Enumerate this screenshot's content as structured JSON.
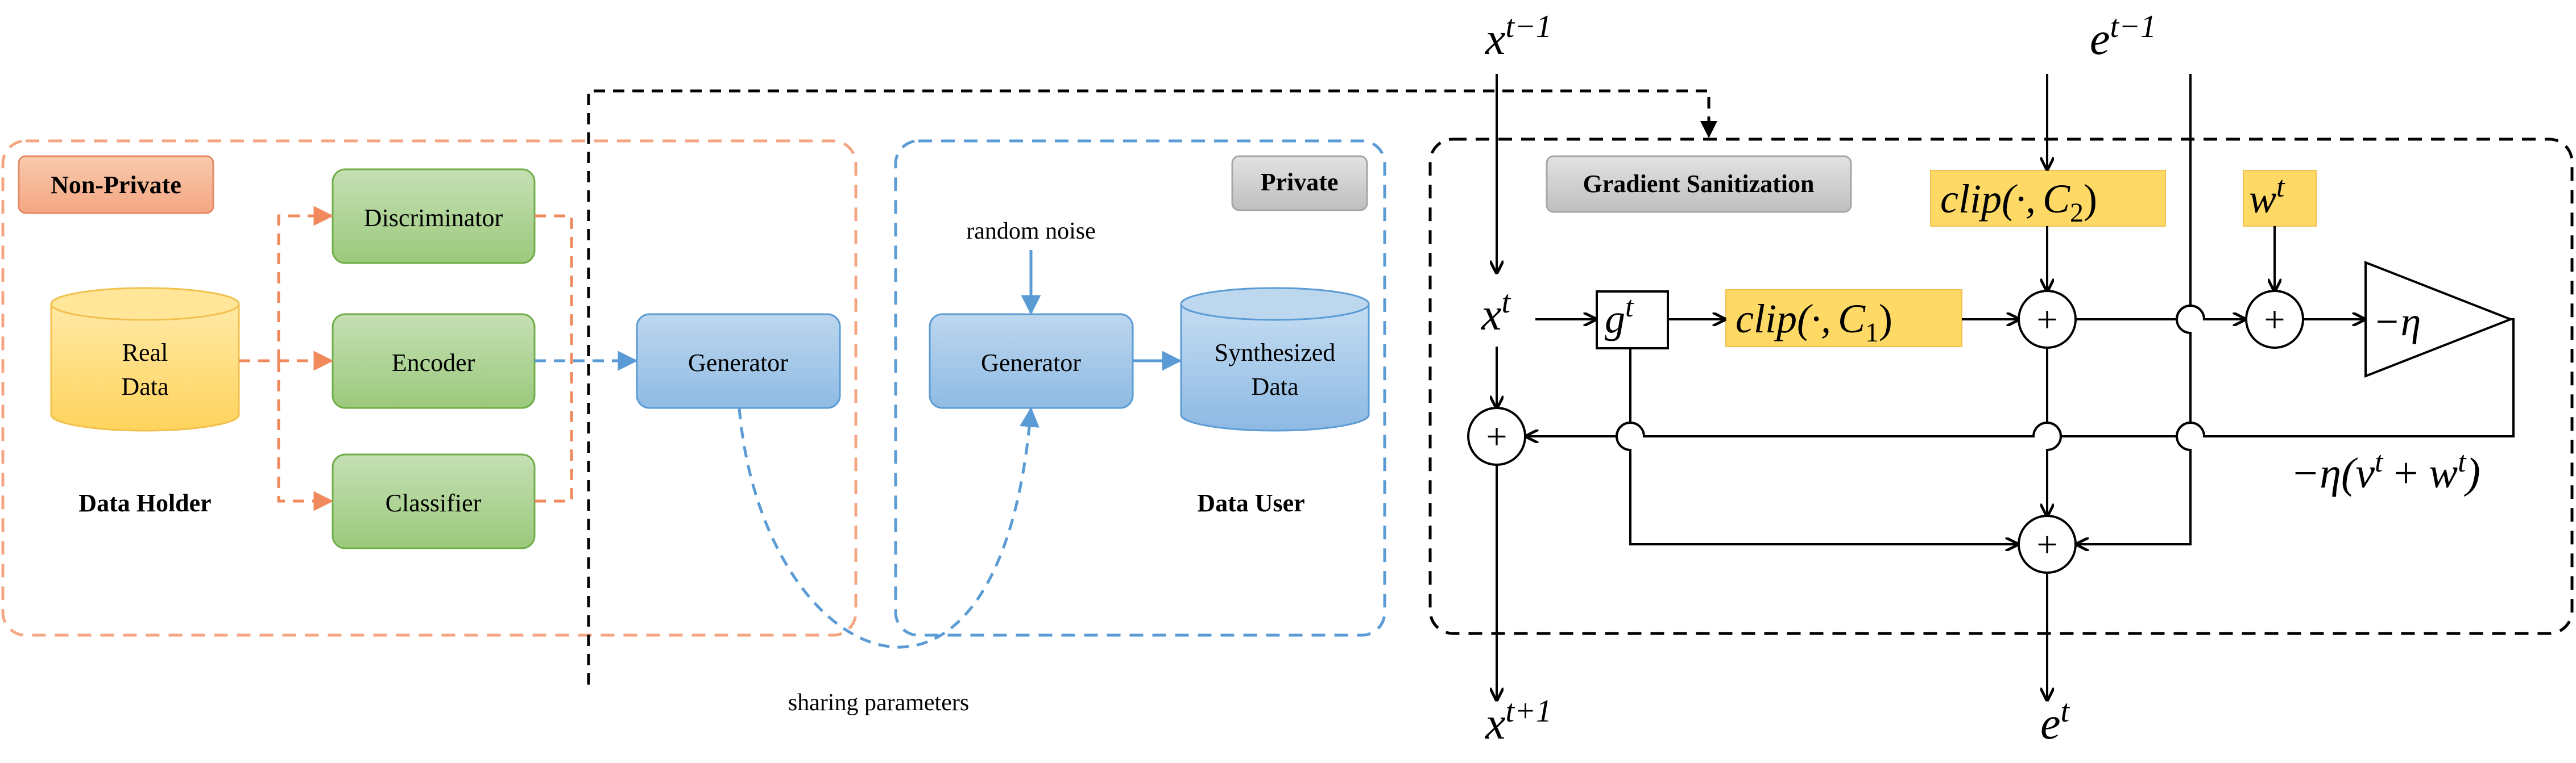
{
  "left_panel": {
    "non_private_tag": "Non-Private",
    "private_tag": "Private",
    "real_data": [
      "Real",
      "Data"
    ],
    "discriminator": "Discriminator",
    "encoder": "Encoder",
    "classifier": "Classifier",
    "generator_left": "Generator",
    "generator_right": "Generator",
    "random_noise": "random noise",
    "synthesized": [
      "Synthesized",
      "Data"
    ],
    "data_holder": "Data Holder",
    "data_user": "Data User",
    "sharing": "sharing parameters"
  },
  "right_panel": {
    "title": "Gradient Sanitization",
    "x_prev": {
      "base": "x",
      "sup": "t−1"
    },
    "e_prev": {
      "base": "e",
      "sup": "t−1"
    },
    "x_t": {
      "base": "x",
      "sup": "t"
    },
    "g_t": {
      "base": "g",
      "sup": "t"
    },
    "clip1": {
      "pre": "clip(·,",
      "var": "C",
      "sub": "1",
      "post": ")"
    },
    "clip2": {
      "pre": "clip(·,",
      "var": "C",
      "sub": "2",
      "post": ")"
    },
    "w_t": {
      "base": "w",
      "sup": "t"
    },
    "eta": "−η",
    "update": {
      "pre": "−η(",
      "v": "v",
      "vsup": "t",
      "mid": " + ",
      "w": "w",
      "wsup": "t",
      "post": ")"
    },
    "x_next": {
      "base": "x",
      "sup": "t+1"
    },
    "e_next": {
      "base": "e",
      "sup": "t"
    },
    "plus": "+"
  },
  "colors": {
    "orange_dash": "#F4A582",
    "blue_dash": "#5B9BD5",
    "green_fill": "#A9D18E",
    "green_stroke": "#70AD47",
    "blue_fill": "#9DC3E6",
    "blue_stroke": "#5B9BD5",
    "yellow_fill": "#FFD966",
    "orange_tag": "#F4B183",
    "gray_tag": "#C9C9C9"
  }
}
